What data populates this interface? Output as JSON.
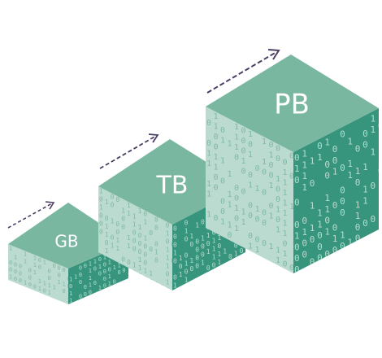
{
  "diagram": {
    "blocks": [
      {
        "id": "gb",
        "label": "GB"
      },
      {
        "id": "tb",
        "label": "TB"
      },
      {
        "id": "pb",
        "label": "PB"
      }
    ],
    "binary_digits": [
      "0",
      "1"
    ],
    "colors": {
      "top_face": "#7ab7a1",
      "right_face": "#37947d",
      "left_face": "#bcdbd0",
      "left_face_text": "#7fb9a6",
      "right_face_text": "#b6dccf",
      "arrow": "#4d3f63",
      "label": "#ffffff"
    }
  }
}
